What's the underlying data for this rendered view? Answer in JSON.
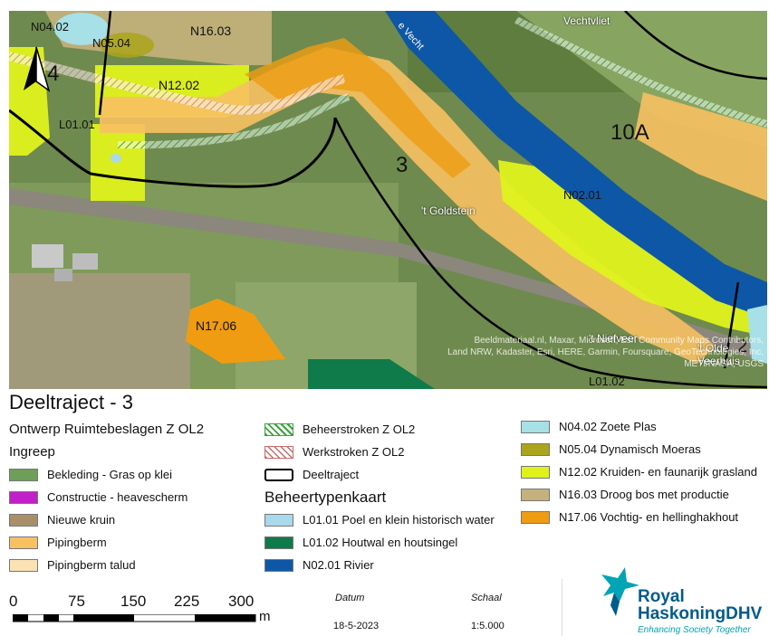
{
  "map": {
    "labels": {
      "n0402": "N04.02",
      "n0504": "N05.04",
      "n1603": "N16.03",
      "n1202": "N12.02",
      "l0101": "L01.01",
      "num4": "4",
      "num3": "3",
      "num10a": "10A",
      "num2": "2",
      "vechtvliet": "Vechtvliet",
      "river": "e Vecht",
      "goldstein": "'t Goldstein",
      "n0201": "N02.01",
      "n1706": "N17.06",
      "niefveer": "'t Niefveer",
      "olde": "'t Olde",
      "veerhuis": "Veerhuis",
      "l0102": "L01.02",
      "attribution_1": "Beeldmateriaal.nl, Maxar, Microsoft, Esri Community Maps Contributors,",
      "attribution_2": "Land NRW, Kadaster, Esri, HERE, Garmin, Foursquare, GeoTechnologies, Inc,",
      "attribution_3": "METI/NASA, USGS"
    },
    "north_arrow": "north-arrow-icon"
  },
  "title": "Deeltraject - 3",
  "legend": {
    "col1": {
      "heading": "Ontwerp Ruimtebeslagen Z OL2",
      "subheading": "Ingreep",
      "items": [
        {
          "label": "Bekleding - Gras op klei",
          "color": "#6e9e57"
        },
        {
          "label": "Constructie - heavescherm",
          "color": "#c21fc9"
        },
        {
          "label": "Nieuwe kruin",
          "color": "#a88f6a"
        },
        {
          "label": "Pipingberm",
          "color": "#f7c062"
        },
        {
          "label": "Pipingberm talud",
          "color": "#fbe2b4"
        }
      ]
    },
    "col2": {
      "items_top": [
        {
          "label": "Beheerstroken Z OL2",
          "pattern": "green-hatch"
        },
        {
          "label": "Werkstroken Z OL2",
          "pattern": "red-hatch"
        },
        {
          "label": "Deeltraject",
          "pattern": "outline"
        }
      ],
      "heading": "Beheertypenkaart",
      "items": [
        {
          "label": "L01.01 Poel en klein historisch water",
          "color": "#a9d9ec"
        },
        {
          "label": "L01.02 Houtwal en houtsingel",
          "color": "#0f7a4a"
        },
        {
          "label": "N02.01 Rivier",
          "color": "#0e57a6"
        }
      ]
    },
    "col3": {
      "items": [
        {
          "label": "N04.02 Zoete Plas",
          "color": "#a7e0e6"
        },
        {
          "label": "N05.04 Dynamisch Moeras",
          "color": "#aaa51a"
        },
        {
          "label": "N12.02 Kruiden- en faunarijk grasland",
          "color": "#dff21c"
        },
        {
          "label": "N16.03 Droog bos met productie",
          "color": "#c4b17c"
        },
        {
          "label": "N17.06 Vochtig- en hellinghakhout",
          "color": "#ef9c12"
        }
      ]
    }
  },
  "scalebar": {
    "ticks": [
      "0",
      "75",
      "150",
      "225",
      "300"
    ],
    "unit": "m"
  },
  "meta": {
    "datum_label": "Datum",
    "datum_value": "18-5-2023",
    "schaal_label": "Schaal",
    "schaal_value": "1:5.000"
  },
  "logo": {
    "line1": "Royal",
    "line2": "HaskoningDHV",
    "tagline": "Enhancing Society Together"
  }
}
